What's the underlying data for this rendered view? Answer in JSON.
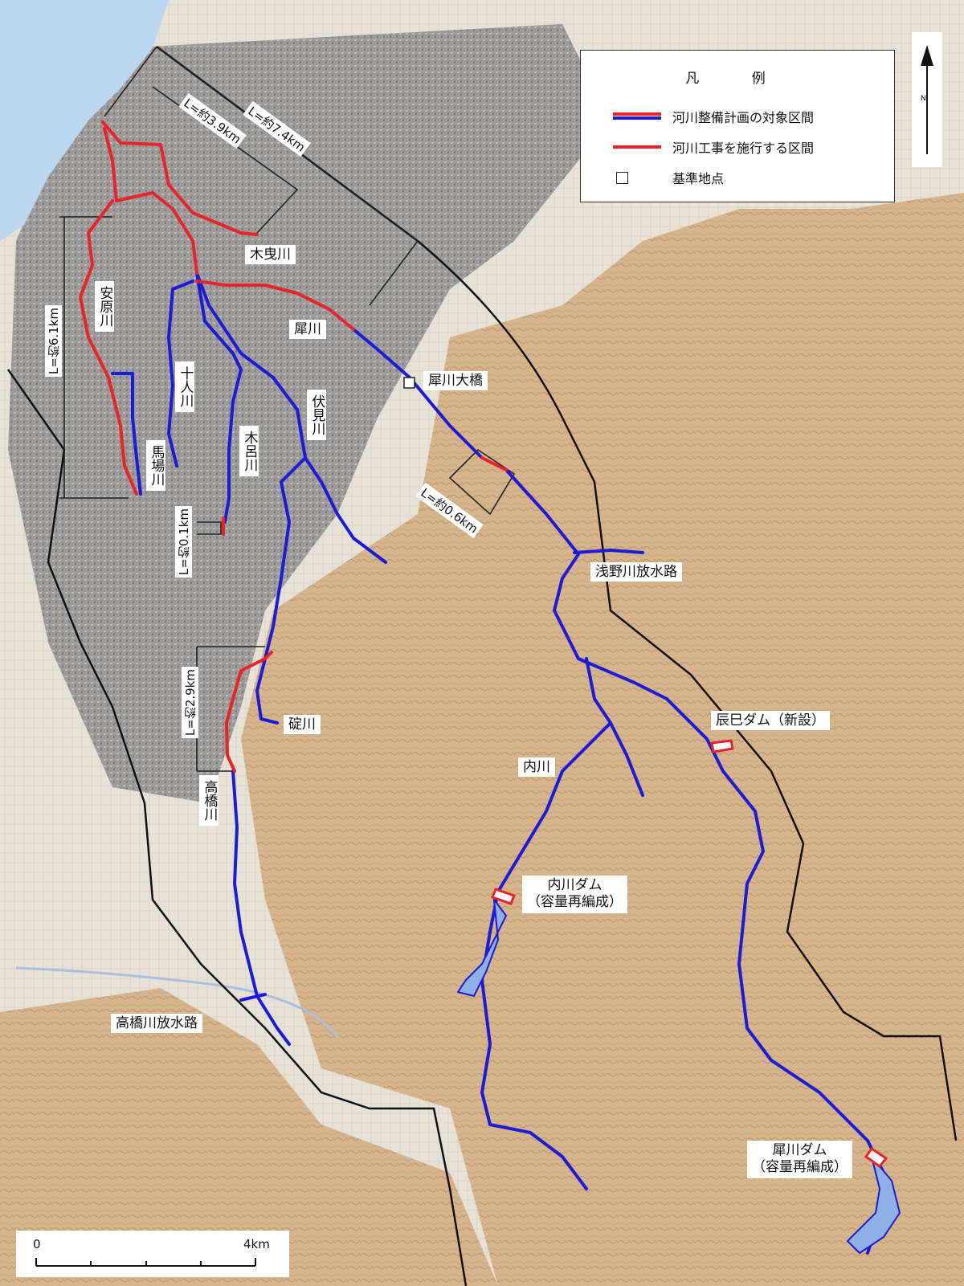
{
  "legend": {
    "title": "凡 例",
    "items": [
      {
        "label": "河川整備計画の対象区間",
        "symbol": "red-blue-line"
      },
      {
        "label": "河川工事を施行する区間",
        "symbol": "red-line"
      },
      {
        "label": "基準地点",
        "symbol": "square"
      }
    ]
  },
  "north_arrow": {
    "letter": "N"
  },
  "scale_bar": {
    "start_label": "0",
    "end_label": "4km"
  },
  "rivers": {
    "kihiki": "木曳川",
    "saigawa": "犀川",
    "yasuhara": "安原川",
    "jyuningawa": "十人川",
    "kirogawa": "木呂川",
    "fushimigawa": "伏見川",
    "babagawa": "馬場川",
    "tonogawa": "碇川",
    "takahashigawa": "高橋川",
    "uchikawa": "内川",
    "asanogawa_floodway": "浅野川放水路",
    "takahashigawa_floodway": "高橋川放水路"
  },
  "reference_point": {
    "label": "犀川大橋"
  },
  "dams": {
    "tatsumi": "辰巳ダム（新設）",
    "uchikawa_line1": "内川ダム",
    "uchikawa_line2": "（容量再編成）",
    "saigawa_line1": "犀川ダム",
    "saigawa_line2": "（容量再編成）"
  },
  "measurements": {
    "l74": "L=約7.4km",
    "l39": "L=約3.9km",
    "l61": "L=約6.1km",
    "l01": "L=約0.1km",
    "l06": "L=約0.6km",
    "l29": "L=約2.9km"
  },
  "colors": {
    "river_target": "#1b1bd8",
    "river_works": "#e8232a",
    "basin_boundary": "#111111",
    "sea": "#bcd6ee",
    "urban": "#8f8f8f",
    "mountain": "#d6b58c",
    "plain": "#e7e2d6"
  }
}
